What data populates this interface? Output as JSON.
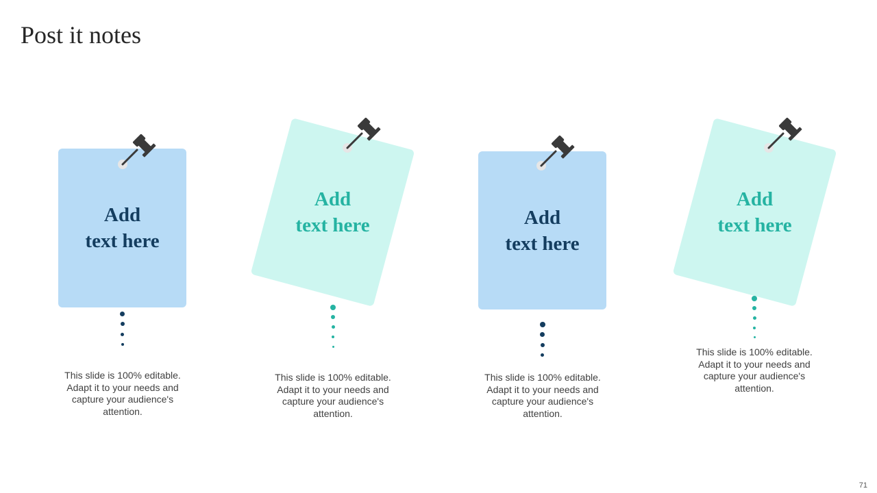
{
  "slide": {
    "title": "Post it notes",
    "page_number": "71"
  },
  "notes": [
    {
      "line1": "Add",
      "line2": "text here",
      "description": "This slide is 100% editable. Adapt it to your needs and capture your audience's attention.",
      "style": "blue"
    },
    {
      "line1": "Add",
      "line2": "text here",
      "description": "This slide is 100% editable. Adapt it to your needs and capture your audience's attention.",
      "style": "mint"
    },
    {
      "line1": "Add",
      "line2": "text here",
      "description": "This slide is 100% editable. Adapt it to your needs and capture your audience's attention.",
      "style": "blue"
    },
    {
      "line1": "Add",
      "line2": "text here",
      "description": "This slide is 100% editable. Adapt it to your needs and capture your audience's attention.",
      "style": "mint"
    }
  ],
  "colors": {
    "blue_note": "#b7dbf6",
    "blue_text": "#143d5f",
    "mint_note": "#cdf6f0",
    "mint_text": "#25b3a2",
    "pin": "#3a3a3a",
    "pin_hole": "#e6e6e6"
  },
  "icons": {
    "pin": "push-pin-icon"
  }
}
